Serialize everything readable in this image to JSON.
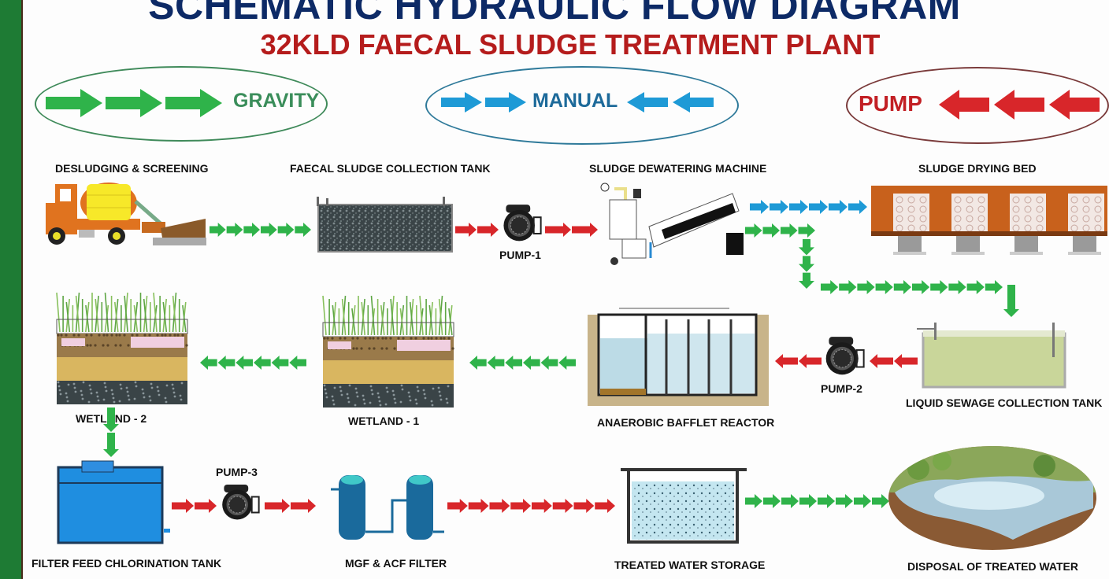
{
  "title": "SCHEMATIC HYDRAULIC FLOW DIAGRAM",
  "subtitle": "32KLD FAECAL SLUDGE TREATMENT PLANT",
  "legend": [
    {
      "label": "GRAVITY",
      "color": "#2fb34a",
      "direction": "right",
      "arrows": 3
    },
    {
      "label": "MANUAL",
      "color": "#1e9ad6",
      "direction": "inward",
      "arrows": 4
    },
    {
      "label": "PUMP",
      "color": "#d8262a",
      "direction": "left",
      "arrows": 3
    }
  ],
  "colors": {
    "gravity": "#2fb34a",
    "manual": "#1e9ad6",
    "pump": "#d8262a",
    "title": "#0d2a66",
    "subtitle": "#b51c1c"
  },
  "units": {
    "desludging": "DESLUDGING & SCREENING",
    "collection_tank": "FAECAL SLUDGE COLLECTION TANK",
    "dewatering": "SLUDGE DEWATERING MACHINE",
    "drying_bed": "SLUDGE DRYING BED",
    "wetland2": "WETLAND - 2",
    "wetland1": "WETLAND - 1",
    "abr": "ANAEROBIC BAFFLET REACTOR",
    "liquid_tank": "LIQUID SEWAGE COLLECTION TANK",
    "chlorination": "FILTER FEED CHLORINATION TANK",
    "filter": "MGF & ACF FILTER",
    "treated_storage": "TREATED WATER STORAGE",
    "disposal": "DISPOSAL OF TREATED WATER"
  },
  "pumps": [
    "PUMP-1",
    "PUMP-2",
    "PUMP-3"
  ],
  "flows": [
    {
      "from": "DESLUDGING & SCREENING",
      "to": "FAECAL SLUDGE COLLECTION TANK",
      "type": "gravity"
    },
    {
      "from": "FAECAL SLUDGE COLLECTION TANK",
      "to": "SLUDGE DEWATERING MACHINE",
      "type": "pump",
      "via": "PUMP-1"
    },
    {
      "from": "SLUDGE DEWATERING MACHINE",
      "to": "SLUDGE DRYING BED",
      "type": "manual"
    },
    {
      "from": "SLUDGE DEWATERING MACHINE",
      "to": "LIQUID SEWAGE COLLECTION TANK",
      "type": "gravity"
    },
    {
      "from": "LIQUID SEWAGE COLLECTION TANK",
      "to": "ANAEROBIC BAFFLET REACTOR",
      "type": "pump",
      "via": "PUMP-2"
    },
    {
      "from": "ANAEROBIC BAFFLET REACTOR",
      "to": "WETLAND - 1",
      "type": "gravity"
    },
    {
      "from": "WETLAND - 1",
      "to": "WETLAND - 2",
      "type": "gravity"
    },
    {
      "from": "WETLAND - 2",
      "to": "FILTER FEED CHLORINATION TANK",
      "type": "gravity"
    },
    {
      "from": "FILTER FEED CHLORINATION TANK",
      "to": "MGF & ACF FILTER",
      "type": "pump",
      "via": "PUMP-3"
    },
    {
      "from": "MGF & ACF FILTER",
      "to": "TREATED WATER STORAGE",
      "type": "pump"
    },
    {
      "from": "TREATED WATER STORAGE",
      "to": "DISPOSAL OF TREATED WATER",
      "type": "gravity"
    }
  ]
}
